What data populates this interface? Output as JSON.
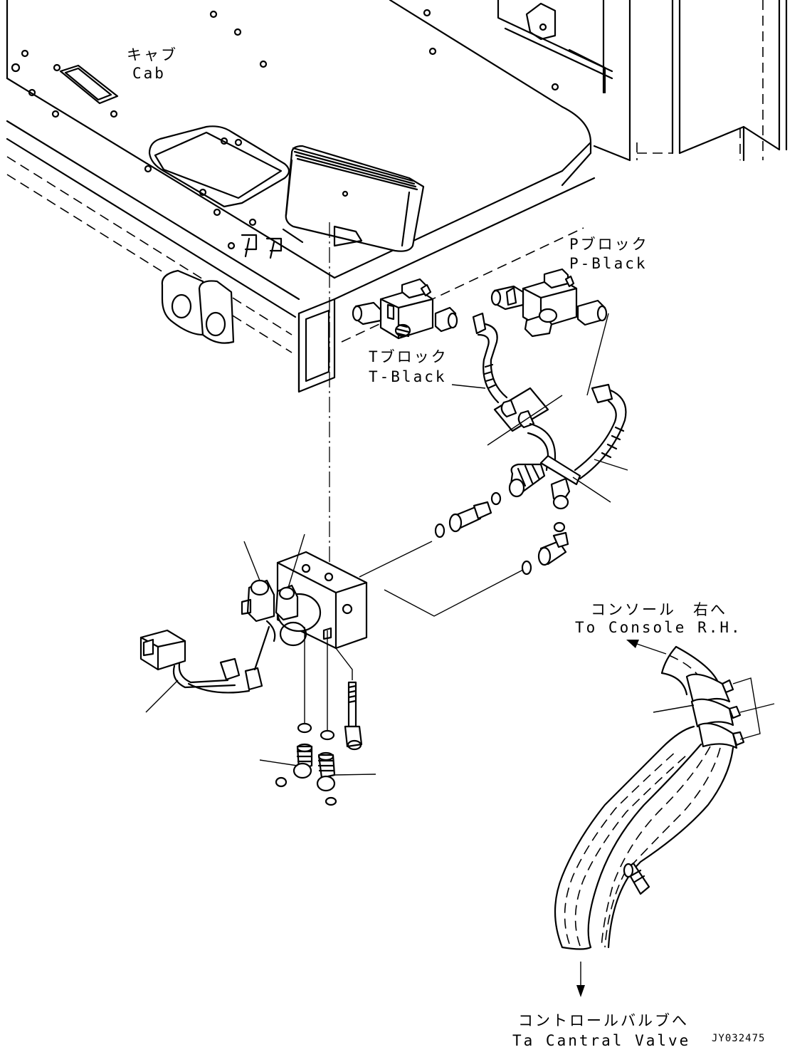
{
  "labels": {
    "cab_jp": "キャブ",
    "cab_en": "Cab",
    "pblock_jp": "Pブロック",
    "pblock_en": "P-Black",
    "tblock_jp": "Tブロック",
    "tblock_en": "T-Black",
    "console_jp": "コンソール　右へ",
    "console_en": "To Console R.H.",
    "valve_jp": "コントロールバルブへ",
    "valve_en": "Ta Cantral Valve",
    "drawing_code": "JY032475"
  }
}
